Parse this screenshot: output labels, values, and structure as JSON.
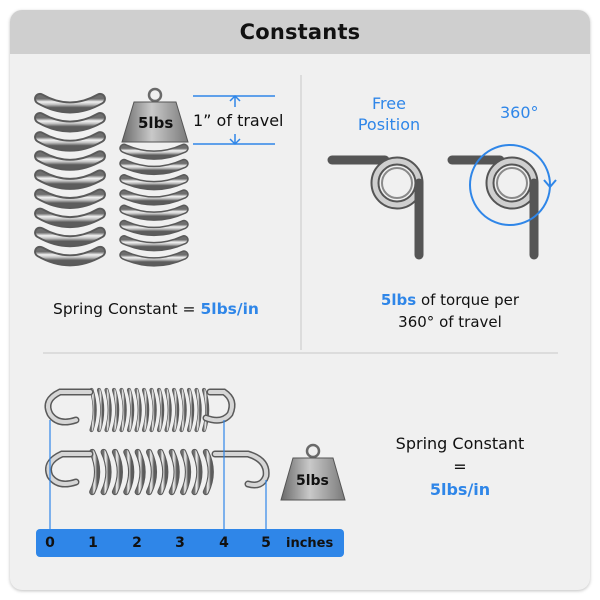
{
  "title": "Constants",
  "compression": {
    "weight_label": "5lbs",
    "travel_label": "1” of travel",
    "constant_prefix": "Spring Constant = ",
    "constant_value": "5lbs/in"
  },
  "torsion": {
    "free_position_line1": "Free",
    "free_position_line2": "Position",
    "angle_label": "360°",
    "caption_value": "5lbs",
    "caption_rest": " of torque per",
    "caption_line2": "360° of travel"
  },
  "extension": {
    "weight_label": "5lbs",
    "constant_label": "Spring Constant",
    "equals": "=",
    "constant_value": "5lbs/in",
    "ruler": {
      "ticks": [
        "0",
        "1",
        "2",
        "3",
        "4",
        "5"
      ],
      "unit": "inches"
    }
  },
  "colors": {
    "accent": "#2f86e8",
    "header_bg": "#cfcfcf",
    "panel_bg": "#f0f0f0"
  }
}
